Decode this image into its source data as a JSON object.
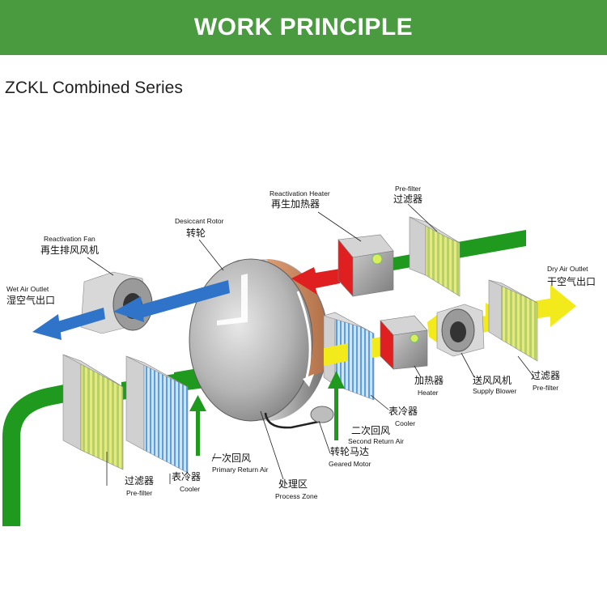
{
  "header": {
    "title": "WORK PRINCIPLE"
  },
  "subtitle": "ZCKL Combined Series",
  "colors": {
    "banner": "#4a9b3f",
    "process_air": "#1f9a1f",
    "wet_air": "#2f74c9",
    "reactivation_air": "#e02020",
    "dry_air": "#f2ea1a"
  },
  "labels": {
    "reactivation_heater": {
      "en": "Reactivation Heater",
      "cn": "再生加热器"
    },
    "prefilter_top": {
      "en": "Pre-filter",
      "cn": "过滤器"
    },
    "desiccant_rotor": {
      "en": "Desiccant Rotor",
      "cn": "转轮"
    },
    "reactivation_fan": {
      "en": "Reactivation Fan",
      "cn": "再生排风风机"
    },
    "wet_air_outlet": {
      "en": "Wet Air Outlet",
      "cn": "湿空气出口"
    },
    "dry_air_outlet": {
      "en": "Dry Air Outlet",
      "cn": "干空气出口"
    },
    "heater": {
      "en": "Heater",
      "cn": "加热器"
    },
    "supply_blower": {
      "en": "Supply Blower",
      "cn": "送风风机"
    },
    "prefilter_right": {
      "en": "Pre-filter",
      "cn": "过滤器"
    },
    "cooler_right": {
      "en": "Cooler",
      "cn": "表冷器"
    },
    "second_return_air": {
      "en": "Second Return Air",
      "cn": "二次回风"
    },
    "geared_motor": {
      "en": "Geared Motor",
      "cn": "转轮马达"
    },
    "primary_return_air": {
      "en": "Primary Return Air",
      "cn": "一次回风"
    },
    "process_zone": {
      "en": "Process Zone",
      "cn": "处理区"
    },
    "cooler_left": {
      "en": "Cooler",
      "cn": "表冷器"
    },
    "prefilter_left": {
      "en": "Pre-filter",
      "cn": "过滤器"
    }
  }
}
